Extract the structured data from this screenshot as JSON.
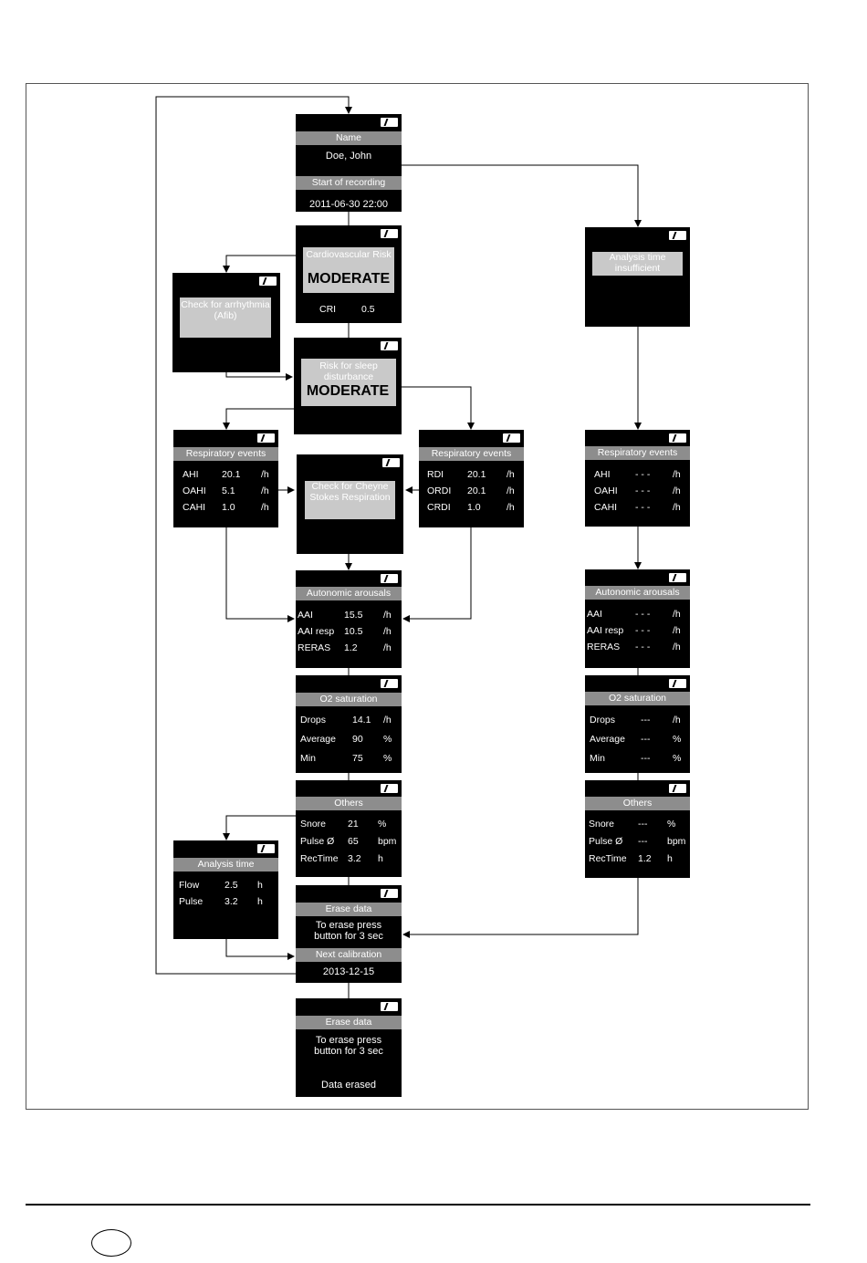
{
  "top": {
    "name_hdr": "Name",
    "name": "Doe, John",
    "start_hdr": "Start of recording",
    "start": "2011-06-30 22:00"
  },
  "cardio": {
    "title": "Cardiovascular Risk",
    "level": "MODERATE",
    "cri_label": "CRI",
    "cri_value": "0.5"
  },
  "arrhythmia": {
    "text": "Check for arrhythmia (Afib)"
  },
  "sleep": {
    "title": "Risk for sleep disturbance",
    "level": "MODERATE"
  },
  "insufficient": {
    "text": "Analysis time insufficient"
  },
  "resp_left": {
    "title": "Respiratory events",
    "rows": [
      [
        "AHI",
        "20.1",
        "/h"
      ],
      [
        "OAHI",
        "5.1",
        "/h"
      ],
      [
        "CAHI",
        "1.0",
        "/h"
      ]
    ]
  },
  "cheyne": {
    "text": "Check for Cheyne Stokes Respiration"
  },
  "resp_mid": {
    "title": "Respiratory events",
    "rows": [
      [
        "RDI",
        "20.1",
        "/h"
      ],
      [
        "ORDI",
        "20.1",
        "/h"
      ],
      [
        "CRDI",
        "1.0",
        "/h"
      ]
    ]
  },
  "resp_right": {
    "title": "Respiratory events",
    "rows": [
      [
        "AHI",
        "- - -",
        "/h"
      ],
      [
        "OAHI",
        "- - -",
        "/h"
      ],
      [
        "CAHI",
        "- - -",
        "/h"
      ]
    ]
  },
  "arousal_mid": {
    "title": "Autonomic arousals",
    "rows": [
      [
        "AAI",
        "15.5",
        "/h"
      ],
      [
        "AAI resp",
        "10.5",
        "/h"
      ],
      [
        "RERAS",
        "1.2",
        "/h"
      ]
    ]
  },
  "arousal_right": {
    "title": "Autonomic arousals",
    "rows": [
      [
        "AAI",
        "- - -",
        "/h"
      ],
      [
        "AAI resp",
        "- - -",
        "/h"
      ],
      [
        "RERAS",
        "- - -",
        "/h"
      ]
    ]
  },
  "o2_mid": {
    "title": "O2 saturation",
    "rows": [
      [
        "Drops",
        "14.1",
        "/h"
      ],
      [
        "Average",
        "90",
        "%"
      ],
      [
        "Min",
        "75",
        "%"
      ]
    ]
  },
  "o2_right": {
    "title": "O2 saturation",
    "rows": [
      [
        "Drops",
        "---",
        "/h"
      ],
      [
        "Average",
        "---",
        "%"
      ],
      [
        "Min",
        "---",
        "%"
      ]
    ]
  },
  "others_mid": {
    "title": "Others",
    "rows": [
      [
        "Snore",
        "21",
        "%"
      ],
      [
        "Pulse Ø",
        "65",
        "bpm"
      ],
      [
        "RecTime",
        "3.2",
        "h"
      ]
    ]
  },
  "others_right": {
    "title": "Others",
    "rows": [
      [
        "Snore",
        "---",
        "%"
      ],
      [
        "Pulse Ø",
        "---",
        "bpm"
      ],
      [
        "RecTime",
        "1.2",
        "h"
      ]
    ]
  },
  "analysis": {
    "title": "Analysis time",
    "rows": [
      [
        "Flow",
        "2.5",
        "h"
      ],
      [
        "Pulse",
        "3.2",
        "h"
      ]
    ]
  },
  "erase1": {
    "hdr": "Erase data",
    "line1": "To erase press",
    "line2": "button for 3 sec",
    "cal_hdr": "Next calibration",
    "cal": "2013-12-15"
  },
  "erase2": {
    "hdr": "Erase data",
    "line1": "To erase press",
    "line2": "button for 3 sec",
    "status": "Data erased"
  }
}
